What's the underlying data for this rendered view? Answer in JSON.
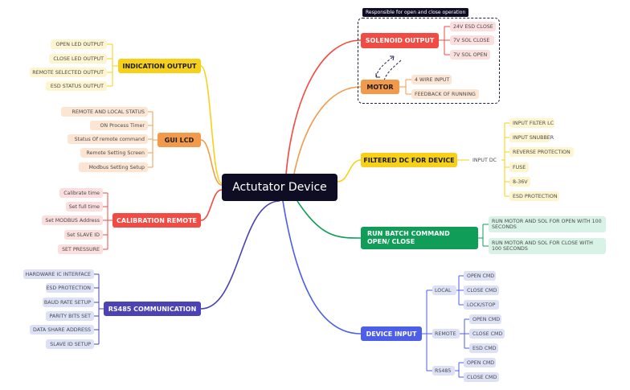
{
  "central": {
    "label": "Actutator Device"
  },
  "frame_note": "Responsible for open and close operation",
  "colors": {
    "yellow": "#f7d117",
    "orange": "#f39a4a",
    "red": "#f24b43",
    "green": "#0f9d58",
    "blue": "#4d5fe8",
    "indigo": "#4a42b5"
  },
  "indication": {
    "label": "INDICATION OUTPUT",
    "items": [
      "OPEN LED OUTPUT",
      "CLOSE LED OUTPUT",
      "REMOTE SELECTED OUTPUT",
      "ESD STATUS OUTPUT"
    ]
  },
  "gui": {
    "label": "GUI LCD",
    "items": [
      "REMOTE AND LOCAL STATUS",
      "ON Process Timer",
      "Status Of remote command",
      "Remote Setting Screen",
      "Modbus Setting Setup"
    ]
  },
  "calibration": {
    "label": "CALIBRATION REMOTE",
    "items": [
      "Calibrate time",
      "Set full time",
      "Set MODBUS Address",
      "Set SLAVE ID",
      "SET PRESSURE"
    ]
  },
  "rs485": {
    "label": "RS485 COMMUNICATION",
    "items": [
      "HARDWARE IC INTERFACE",
      "ESD PROTECTION",
      "BAUD RATE SETUP",
      "PARITY BITS SET",
      "DATA SHARE ADDRESS",
      "SLAVE ID SETUP"
    ]
  },
  "solenoid": {
    "label": "SOLENOID OUTPUT",
    "items": [
      "24V ESD CLOSE",
      "7V SOL CLOSE",
      "7V SOL OPEN"
    ]
  },
  "motor": {
    "label": "MOTOR",
    "items": [
      "4 WIRE INPUT",
      "FEEDBACK OF RUNNING"
    ]
  },
  "filtered": {
    "label": "FILTERED DC FOR DEVICE",
    "sub": "INPUT DC",
    "items": [
      "INPUT FILTER LC",
      "INPUT SNUBBER",
      "REVERSE PROTECTION",
      "FUSE",
      "8-36V",
      "ESD PROTECTION"
    ]
  },
  "batch": {
    "label": "RUN BATCH COMMAND OPEN/ CLOSE",
    "items": [
      "RUN MOTOR AND SOL FOR OPEN WITH 100 SECONDS",
      "RUN MOTOR AND SOL FOR CLOSE WITH 100 SECONDS"
    ]
  },
  "device_input": {
    "label": "DEVICE INPUT",
    "groups": [
      {
        "label": "LOCAL",
        "items": [
          "OPEN CMD",
          "CLOSE CMD",
          "LOCK/STOP"
        ]
      },
      {
        "label": "REMOTE",
        "items": [
          "OPEN CMD",
          "CLOSE CMD",
          "ESD CMD"
        ]
      },
      {
        "label": "RS485",
        "items": [
          "OPEN CMD",
          "CLOSE CMD"
        ]
      }
    ]
  }
}
